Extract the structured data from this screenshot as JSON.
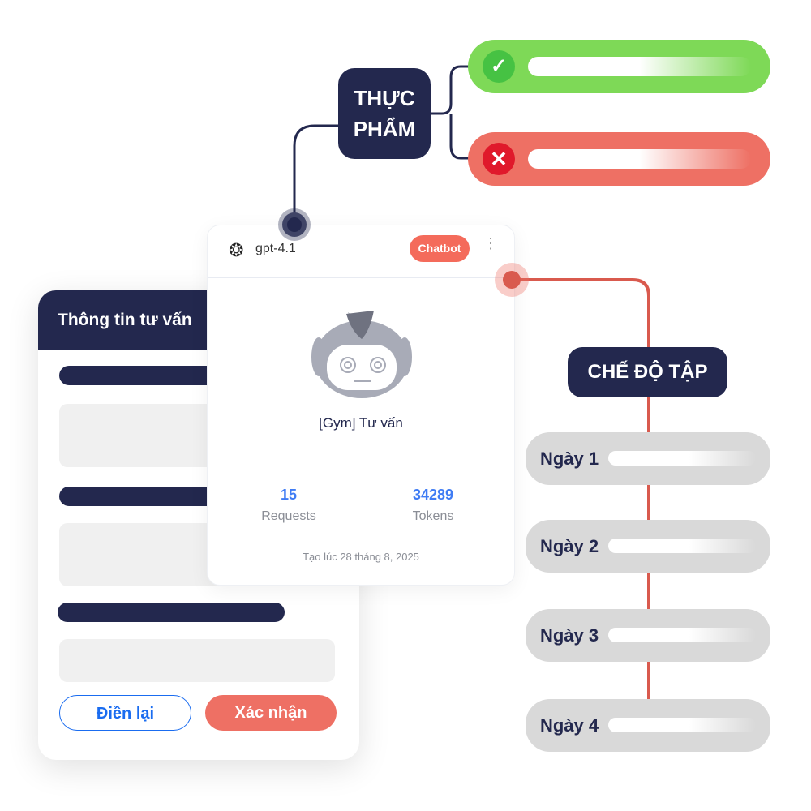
{
  "form": {
    "title": "Thông tin tư vấn",
    "reset_label": "Điền lại",
    "confirm_label": "Xác nhận"
  },
  "card": {
    "model": "gpt-4.1",
    "badge": "Chatbot",
    "name": "[Gym] Tư vấn",
    "requests_value": "15",
    "requests_label": "Requests",
    "tokens_value": "34289",
    "tokens_label": "Tokens",
    "created": "Tạo lúc 28 tháng 8, 2025"
  },
  "food": {
    "title_line1": "THỰC",
    "title_line2": "PHẨM"
  },
  "workout": {
    "title": "CHẾ ĐỘ TẬP",
    "days": [
      "Ngày 1",
      "Ngày 2",
      "Ngày 3",
      "Ngày 4"
    ]
  },
  "colors": {
    "navy": "#23284e",
    "green": "#7ed957",
    "red": "#ee7064",
    "blue": "#3f7cf4"
  }
}
